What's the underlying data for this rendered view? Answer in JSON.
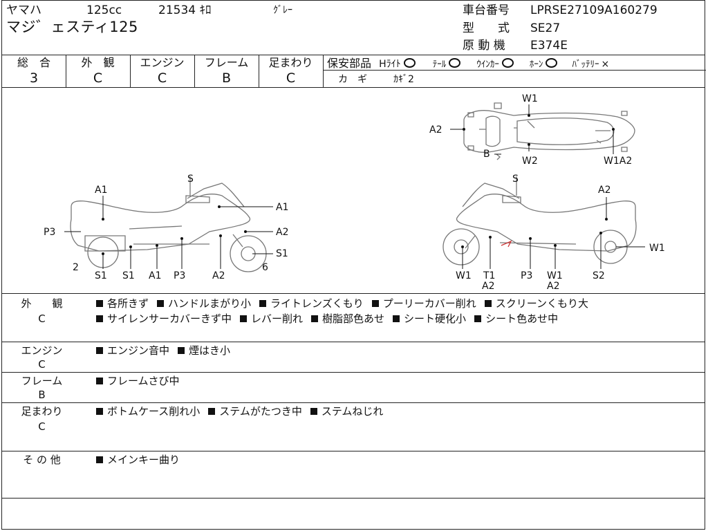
{
  "header": {
    "maker": "ヤマハ",
    "displacement": "125cc",
    "mileage": "21534 ｷﾛ",
    "color": "ｸﾞﾚｰ",
    "model_name": "マジ゛ェスティ125",
    "frame_no_label": "車台番号",
    "frame_no": "LPRSE27109A160279",
    "model_code_label": "型　　式",
    "model_code": "SE27",
    "engine_label": "原 動 機",
    "engine_code": "E374E"
  },
  "scores": {
    "overall_label": "総　合",
    "overall": "3",
    "exterior_label": "外　観",
    "exterior": "C",
    "engine_label": "エンジン",
    "engine": "C",
    "frame_label": "フレーム",
    "frame": "B",
    "suspension_label": "足まわり",
    "suspension": "C"
  },
  "safety": {
    "label": "保安部品",
    "headlight": "Hﾗｲﾄ",
    "tail": "ﾃｰﾙ",
    "winker": "ｳｲﾝｶｰ",
    "horn": "ﾎｰﾝ",
    "battery": "ﾊﾞｯﾃﾘｰ",
    "battery_mark": "×",
    "key_label": "カ　ギ",
    "key_value": "ｶｷﾞ2"
  },
  "diagram_labels": {
    "top_w1": "W1",
    "top_a2": "A2",
    "top_b": "B",
    "top_w2": "W2",
    "top_w1a2": "W1A2",
    "l_s": "S",
    "l_a1_top": "A1",
    "l_a1_r": "A1",
    "l_p3": "P3",
    "l_a2": "A2",
    "l_s1_r": "S1",
    "l_6": "6",
    "l_2": "2",
    "l_s1_a": "S1",
    "l_s1_b": "S1",
    "l_a1_b": "A1",
    "l_p3_b": "P3",
    "l_a2_b": "A2",
    "r_s": "S",
    "r_a2": "A2",
    "r_w1_r": "W1",
    "r_w1_b": "W1",
    "r_t1": "T1",
    "r_a2_t": "A2",
    "r_p3": "P3",
    "r_w1_c": "W1",
    "r_a2_c": "A2",
    "r_s2": "S2"
  },
  "sections": [
    {
      "title": "外　　観",
      "grade": "C",
      "items": [
        "各所きず",
        "ハンドルまがり小",
        "ライトレンズくもり",
        "プーリーカバー削れ",
        "スクリーンくもり大",
        "サイレンサーカバーきず中",
        "レバー削れ",
        "樹脂部色あせ",
        "シート硬化小",
        "シート色あせ中"
      ]
    },
    {
      "title": "エンジン",
      "grade": "C",
      "items": [
        "エンジン音中",
        "煙はき小"
      ]
    },
    {
      "title": "フレーム",
      "grade": "B",
      "items": [
        "フレームさび中"
      ]
    },
    {
      "title": "足まわり",
      "grade": "C",
      "items": [
        "ボトムケース削れ小",
        "ステムがたつき中",
        "ステムねじれ"
      ]
    },
    {
      "title": "そ の 他",
      "grade": "",
      "items": [
        "メインキー曲り"
      ]
    }
  ]
}
